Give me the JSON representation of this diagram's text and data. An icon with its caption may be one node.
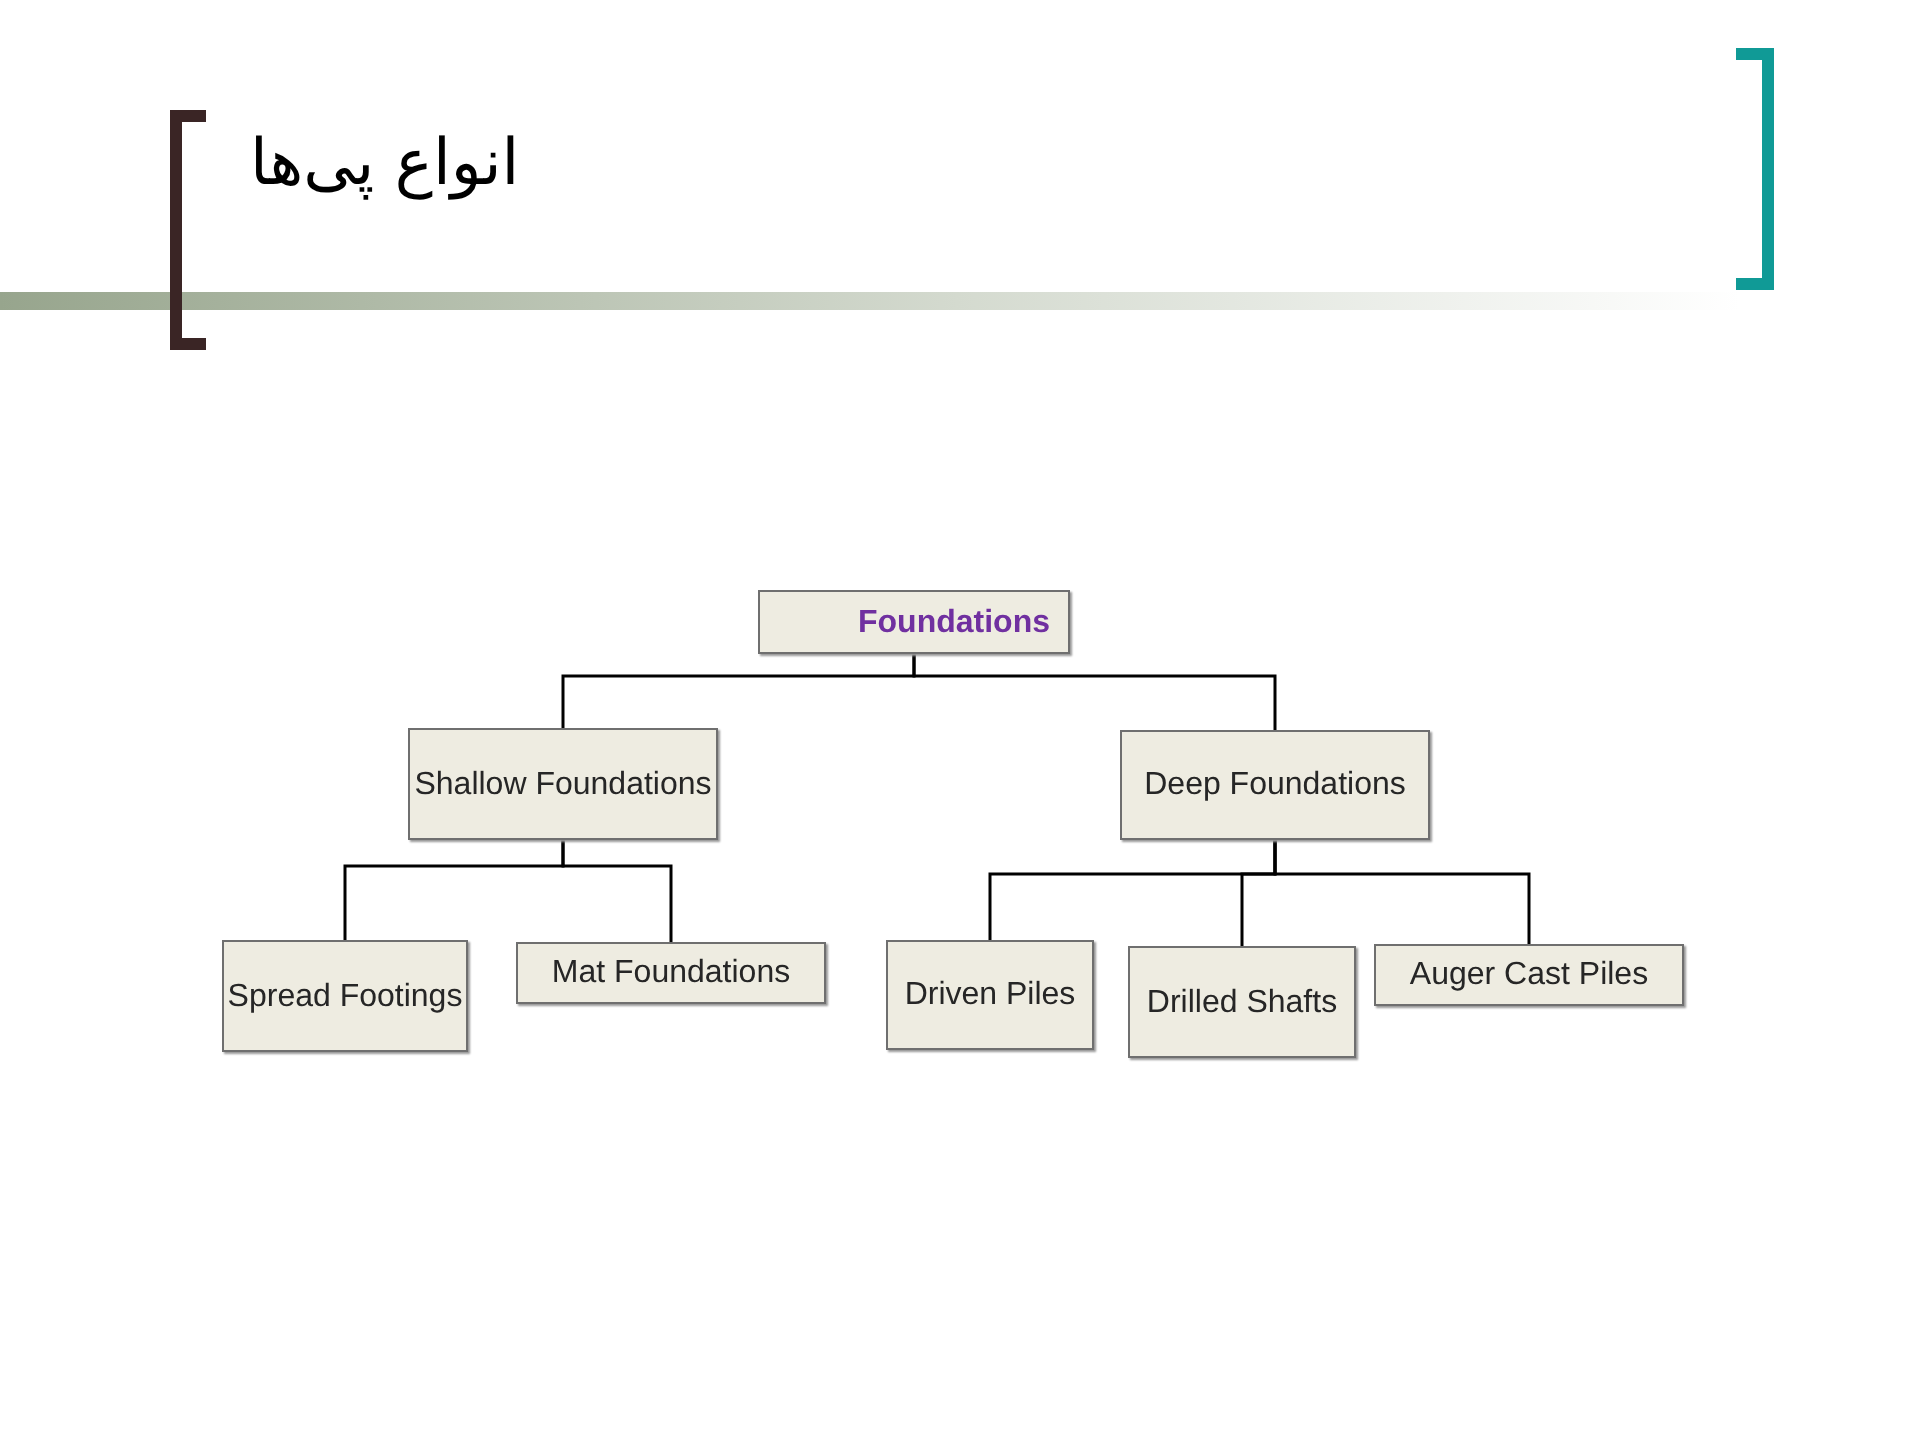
{
  "diagram": {
    "title": "انواع پی‌ها",
    "nodes": [
      {
        "text": [
          "Foundations"
        ]
      },
      {
        "text": [
          "Shallow Foundations"
        ]
      },
      {
        "text": [
          "Deep Foundations"
        ]
      },
      {
        "text": [
          "Spread Footings"
        ]
      },
      {
        "text": [
          "Mat Foundations"
        ]
      },
      {
        "text": [
          "Driven Piles"
        ]
      },
      {
        "text": [
          "Drilled Shafts"
        ]
      },
      {
        "text": [
          "Auger Cast Piles"
        ]
      }
    ],
    "edges": [
      {
        "from": 0,
        "to": 1,
        "arrow": "none"
      },
      {
        "from": 0,
        "to": 2,
        "arrow": "none"
      },
      {
        "from": 1,
        "to": 3,
        "arrow": "none"
      },
      {
        "from": 1,
        "to": 4,
        "arrow": "none"
      },
      {
        "from": 2,
        "to": 5,
        "arrow": "none"
      },
      {
        "from": 2,
        "to": 6,
        "arrow": "none"
      },
      {
        "from": 2,
        "to": 7,
        "arrow": "none"
      }
    ]
  }
}
